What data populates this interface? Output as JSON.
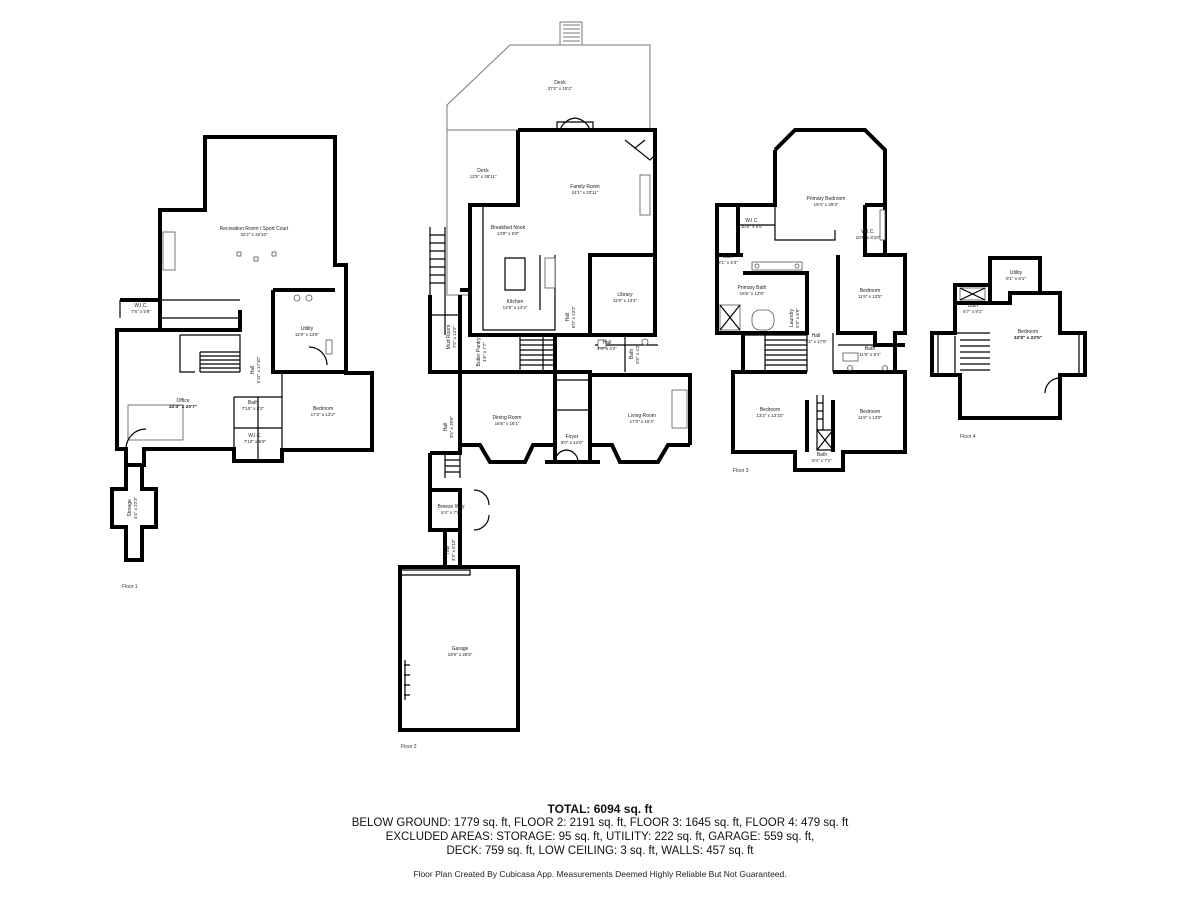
{
  "floors": [
    {
      "label": "Floor 1",
      "rooms": [
        {
          "name": "Recreation Room / Sport Court",
          "dims": "32'2\" x 32'10\""
        },
        {
          "name": "W.I.C.",
          "dims": "7'6\" x 5'9\""
        },
        {
          "name": "Utility",
          "dims": "11'9\" x 14'9\""
        },
        {
          "name": "Hall",
          "dims": "5'11\" x 17'10\""
        },
        {
          "name": "Office",
          "dims": "32'4\" x 20'7\""
        },
        {
          "name": "Bath",
          "dims": "7'10\" x 5'2\""
        },
        {
          "name": "W.I.C.",
          "dims": "7'10\" x 5'9\""
        },
        {
          "name": "Bedroom",
          "dims": "17'2\" x 13'2\""
        },
        {
          "name": "Storage",
          "dims": "4'4\" x 23'3\""
        }
      ]
    },
    {
      "label": "Floor 2",
      "rooms": [
        {
          "name": "Deck",
          "dims": "37'2\" x 15'2\""
        },
        {
          "name": "Deck",
          "dims": "12'5\" x 28'11\""
        },
        {
          "name": "Family Room",
          "dims": "24'1\" x 23'11\""
        },
        {
          "name": "Breakfast Nook",
          "dims": "13'9\" x 6'0\""
        },
        {
          "name": "Kitchen",
          "dims": "14'8\" x 14'3\""
        },
        {
          "name": "Library",
          "dims": "11'8\" x 13'4\""
        },
        {
          "name": "Hall",
          "dims": "6'0\" x 23'2\""
        },
        {
          "name": "Mud Room",
          "dims": "7'5\" x 14'2\""
        },
        {
          "name": "Butler Pantry",
          "dims": "4'6\" x 7'7\""
        },
        {
          "name": "Hall",
          "dims": "4'4\" x 4'2\""
        },
        {
          "name": "Bath",
          "dims": "5'5\" x 4'2\""
        },
        {
          "name": "Dining Room",
          "dims": "16'6\" x 16'1\""
        },
        {
          "name": "Foyer",
          "dims": "8'0\" x 14'0\""
        },
        {
          "name": "Living Room",
          "dims": "17'0\" x 16'4\""
        },
        {
          "name": "Hall",
          "dims": "3'5\" x 20'8\""
        },
        {
          "name": "Breeze Way",
          "dims": "6'4\" x 7'0\""
        },
        {
          "name": "Hall",
          "dims": "3'3\" x 6'10\""
        },
        {
          "name": "Garage",
          "dims": "19'8\" x 28'5\""
        }
      ]
    },
    {
      "label": "Floor 3",
      "rooms": [
        {
          "name": "Primary Bedroom",
          "dims": "19'4\" x 29'3\""
        },
        {
          "name": "W.I.C.",
          "dims": "10'0\" x 9'5\""
        },
        {
          "name": "W.I.C.",
          "dims": "10'6\" x 8'10\""
        },
        {
          "name": "Bath",
          "dims": "3'1\" x 5'3\""
        },
        {
          "name": "Primary Bath",
          "dims": "15'5\" x 12'9\""
        },
        {
          "name": "Laundry",
          "dims": "5'3\" x 6'9\""
        },
        {
          "name": "Hall",
          "dims": "7'2\" x 17'6\""
        },
        {
          "name": "Bedroom",
          "dims": "11'6\" x 12'5\""
        },
        {
          "name": "Bath",
          "dims": "11'6\" x 8'1\""
        },
        {
          "name": "Bedroom",
          "dims": "13'2\" x 13'10\""
        },
        {
          "name": "Bedroom",
          "dims": "11'6\" x 13'9\""
        },
        {
          "name": "Bath",
          "dims": "8'4\" x 7'1\""
        }
      ]
    },
    {
      "label": "Floor 4",
      "rooms": [
        {
          "name": "Utility",
          "dims": "8'1\" x 6'1\""
        },
        {
          "name": "Bath",
          "dims": "6'7\" x 8'1\""
        },
        {
          "name": "Bedroom",
          "dims": "32'5\" x 22'5\""
        }
      ]
    }
  ],
  "summary": {
    "total": "TOTAL: 6094 sq. ft",
    "line1": "BELOW GROUND: 1779 sq. ft, FLOOR 2: 2191 sq. ft, FLOOR 3: 1645 sq. ft, FLOOR 4: 479 sq. ft",
    "line2": "EXCLUDED AREAS: STORAGE: 95 sq. ft, UTILITY: 222 sq. ft, GARAGE: 559 sq. ft,",
    "line3": "DECK: 759 sq. ft, LOW CEILING: 3 sq. ft, WALLS: 457 sq. ft"
  },
  "credit": "Floor Plan Created By Cubicasa App. Measurements Deemed Highly Reliable But Not Guaranteed."
}
